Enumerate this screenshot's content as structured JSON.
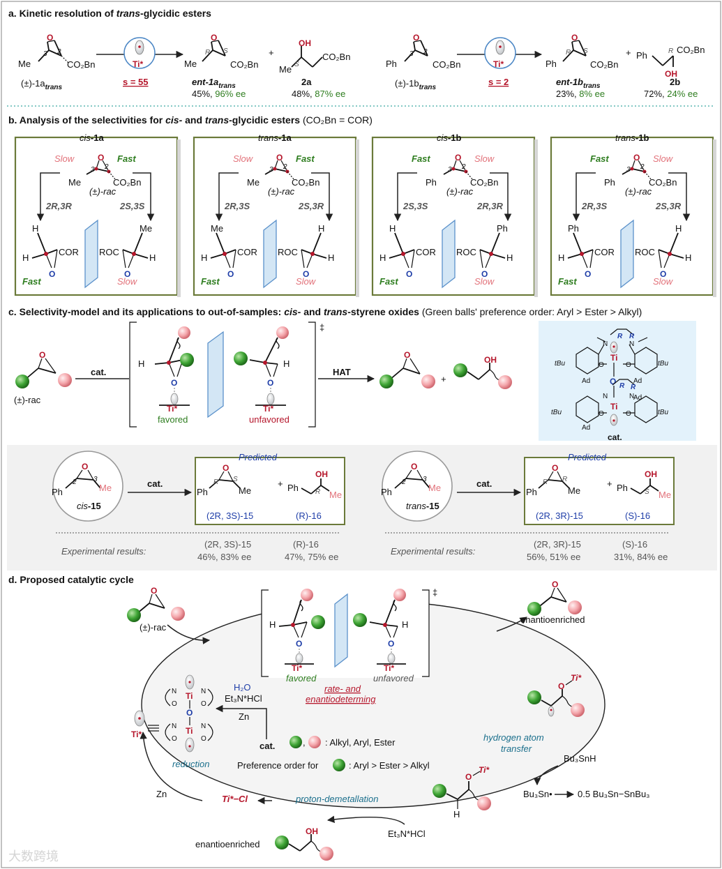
{
  "sections": {
    "a": {
      "prefix": "a. Kinetic resolution of ",
      "italic": "trans",
      "suffix": "-glycidic esters"
    },
    "b": {
      "prefix": "b. Analysis of the selectivities for ",
      "italic1": "cis-",
      "mid": " and ",
      "italic2": "trans",
      "suffix": "-glycidic esters",
      "note": " (CO₂Bn = COR)"
    },
    "c": {
      "prefix": "c. Selectivity-model and its applications to out-of-samples: ",
      "italic1": "cis-",
      "mid": " and ",
      "italic2": "trans",
      "suffix": "-styrene oxides",
      "note": " (Green balls' preference order: Aryl > Ester > Alkyl)"
    },
    "d": {
      "title": "d. Proposed catalytic cycle"
    }
  },
  "panel_a": {
    "sub1": {
      "substrate_label": "(±)-1a",
      "substrate_sub": "trans",
      "s_value": "s = 55",
      "product1_label": "ent-1a",
      "product1_sub": "trans",
      "product1_yield": "45%, ",
      "product1_ee": "96% ee",
      "product2_label": "2a",
      "product2_yield": "48%, ",
      "product2_ee": "87% ee"
    },
    "sub2": {
      "substrate_label": "(±)-1b",
      "substrate_sub": "trans",
      "s_value": "s = 2",
      "product1_label": "ent-1b",
      "product1_sub": "trans",
      "product1_yield": "23%, ",
      "product1_ee": "8% ee",
      "product2_label": "2b",
      "product2_yield": "72%, ",
      "product2_ee": "24% ee"
    },
    "catalyst": "Ti*",
    "plus": "+"
  },
  "panel_b": {
    "boxes": [
      {
        "title_i": "cis",
        "title": "-1a",
        "left_tag": "Slow",
        "right_tag": "Fast",
        "left_path": "2R,3R",
        "right_path": "2S,3S",
        "bottom_left": "Fast",
        "bottom_right": "Slow"
      },
      {
        "title_i": "trans",
        "title": "-1a",
        "left_tag": "Slow",
        "right_tag": "Fast",
        "left_path": "2R,3S",
        "right_path": "2S,3R",
        "bottom_left": "Fast",
        "bottom_right": "Slow"
      },
      {
        "title_i": "cis",
        "title": "-1b",
        "left_tag": "Fast",
        "right_tag": "Slow",
        "left_path": "2S,3S",
        "right_path": "2R,3R",
        "bottom_left": "Fast",
        "bottom_right": "Slow"
      },
      {
        "title_i": "trans",
        "title": "-1b",
        "left_tag": "Fast",
        "right_tag": "Slow",
        "left_path": "2R,3S",
        "right_path": "2S,3R",
        "bottom_left": "Fast",
        "bottom_right": "Slow"
      }
    ],
    "rac": "(±)-rac",
    "me": "Me",
    "ph": "Ph",
    "co2bn": "CO₂Bn",
    "cor": "COR",
    "roc": "ROC",
    "h": "H"
  },
  "panel_c": {
    "rac": "(±)-rac",
    "cat": "cat.",
    "favored": "favored",
    "unfavored": "unfavored",
    "hat": "HAT",
    "dagger": "‡",
    "ts_h": "H",
    "ts_o": "O",
    "ti": "Ti*",
    "plus": "+",
    "oh": "OH",
    "catalyst_labels": {
      "tbu": "tBu",
      "ad": "Ad",
      "ti": "Ti",
      "o": "O",
      "n": "N",
      "r": "R",
      "cat": "cat."
    },
    "apps": [
      {
        "substrate_i": "cis",
        "substrate": "-15",
        "pred": "Predicted",
        "p1": "(2R, 3S)-15",
        "p2": "(R)-16",
        "stereo_ep": [
          "R",
          "S"
        ],
        "stereo_alc": "R",
        "exp_label": "Experimental results:",
        "exp_p1": "(2R, 3S)-15",
        "exp_p1_val": "46%, 83% ee",
        "exp_p2": "(R)-16",
        "exp_p2_val": "47%, 75% ee"
      },
      {
        "substrate_i": "trans",
        "substrate": "-15",
        "pred": "Predicted",
        "p1": "(2R, 3R)-15",
        "p2": "(S)-16",
        "stereo_ep": [
          "R",
          "R"
        ],
        "stereo_alc": "S",
        "exp_label": "Experimental results:",
        "exp_p1": "(2R, 3R)-15",
        "exp_p1_val": "56%, 51% ee",
        "exp_p2": "(S)-16",
        "exp_p2_val": "31%, 84% ee"
      }
    ]
  },
  "panel_d": {
    "rac": "(±)-rac",
    "enantioenriched_top": "enantioenriched",
    "enantioenriched_bottom": "enantioenriched",
    "favored": "favored",
    "unfavored": "unfavored",
    "rate_det_1": "rate- and",
    "rate_det_2": "enantiodeterming",
    "ti": "Ti*",
    "h2o": "H₂O",
    "et3n": "Et₃N*HCl",
    "zn": "Zn",
    "cat": "cat.",
    "legend_1": ": Alkyl, Aryl, Ester",
    "legend_2_pre": "Preference order for",
    "legend_2_post": ": Aryl > Ester > Alkyl",
    "hat_1": "hydrogen atom",
    "hat_2": "transfer",
    "bu3snh": "Bu₃SnH",
    "bu3sn_rad": "Bu₃Sn•",
    "bu3sn_dimer": "0.5 Bu₃Sn−SnBu₃",
    "proton": "proton-demetallation",
    "ticl": "Ti*−Cl",
    "reduction": "reduction",
    "et3n_bottom": "Et₃N*HCl",
    "oh": "OH",
    "watermark": "大数跨境"
  },
  "colors": {
    "green_ball": "#3fa535",
    "pink_ball": "#f4a6ab",
    "red": "#b5162b",
    "blue_label": "#1f3ea8",
    "panel_border": "#6b7a3a",
    "plane": "#cfe4f5"
  }
}
